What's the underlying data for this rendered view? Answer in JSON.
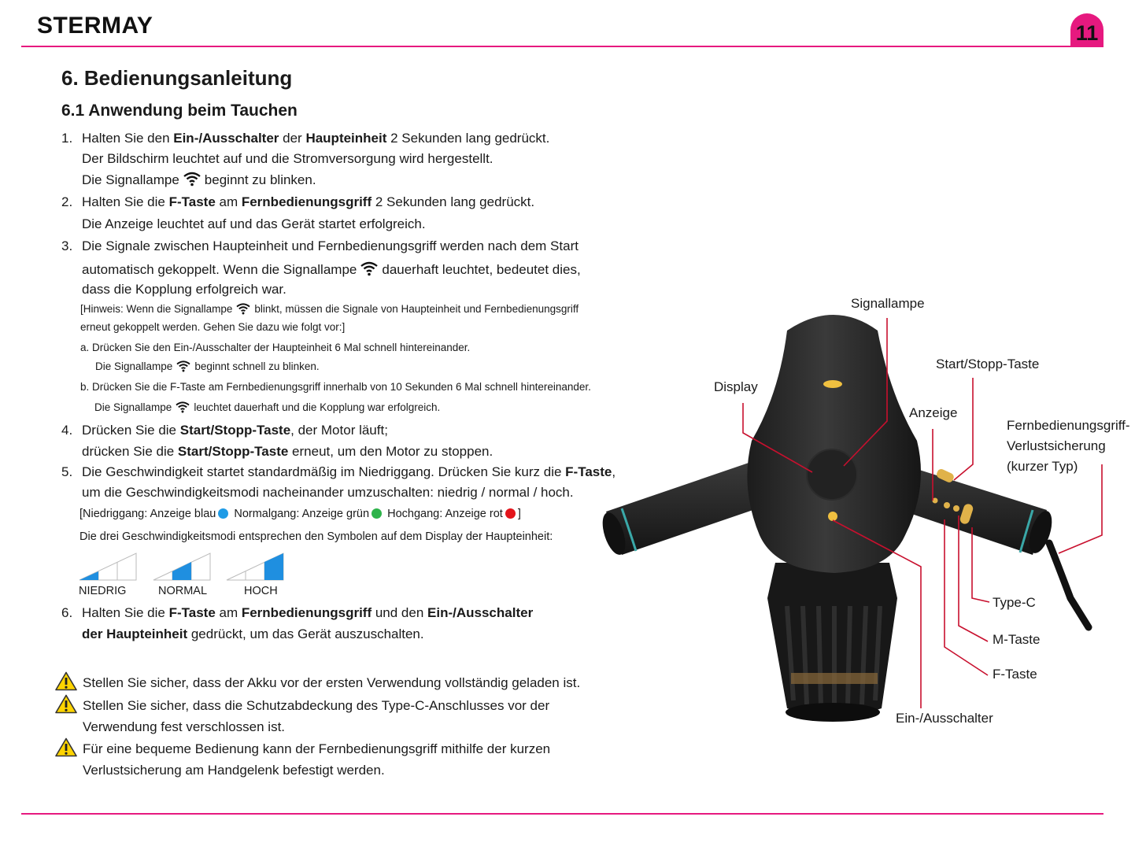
{
  "header": {
    "brand": "STERMAY",
    "page_number": "11"
  },
  "section": {
    "title": "6. Bedienungsanleitung",
    "subtitle": "6.1 Anwendung beim Tauchen"
  },
  "steps": {
    "s1": {
      "num": "1.",
      "a1": "Halten Sie den ",
      "b1": "Ein-/Ausschalter",
      "a2": " der ",
      "b2": "Haupteinheit",
      "a3": " 2  Sekunden lang gedrückt.",
      "l2": "Der Bildschirm leuchtet auf und die Stromversorgung wird hergestellt.",
      "l3a": "Die Signallampe",
      "l3b": "beginnt zu blinken."
    },
    "s2": {
      "num": "2.",
      "a1": "Halten Sie die ",
      "b1": "F-Taste",
      "a2": " am ",
      "b2": "Fernbedienungsgriff",
      "a3": " 2 Sekunden lang gedrückt.",
      "l2": "Die Anzeige leuchtet auf und das Gerät startet erfolgreich."
    },
    "s3": {
      "num": "3.",
      "l1": "Die Signale zwischen Haupteinheit und Fernbedienungsgriff werden nach dem Start",
      "l2a": "automatisch gekoppelt. Wenn die Signallampe",
      "l2b": "dauerhaft leuchtet, bedeutet dies,",
      "l3": "dass die Kopplung erfolgreich war.",
      "n1a": "[Hinweis: Wenn die Signallampe",
      "n1b": "blinkt, müssen die Signale von Haupteinheit und Fernbedienungsgriff",
      "n2": "erneut gekoppelt werden. Gehen Sie dazu wie folgt vor:]",
      "a_l1": "a.  Drücken Sie den Ein-/Ausschalter der Haupteinheit 6 Mal schnell hintereinander.",
      "a_l2a": "Die Signallampe",
      "a_l2b": "beginnt schnell zu blinken.",
      "b_l1": "b.  Drücken Sie die F-Taste am Fernbedienungsgriff innerhalb von 10 Sekunden 6 Mal schnell hintereinander.",
      "b_l2a": "Die Signallampe",
      "b_l2b": "leuchtet dauerhaft und die Kopplung war erfolgreich."
    },
    "s4": {
      "num": "4.",
      "a1": "Drücken Sie die ",
      "b1": "Start/Stopp-Taste",
      "a2": ", der Motor läuft;",
      "c1": "drücken Sie die ",
      "d1": "Start/Stopp-Taste",
      "c2": " erneut, um den Motor zu stoppen."
    },
    "s5": {
      "num": "5.",
      "a1": "Die Geschwindigkeit startet standardmäßig im Niedriggang. Drücken Sie kurz die ",
      "b1": "F-Taste",
      "a2": ",",
      "l2": "um die Geschwindigkeitsmodi nacheinander umzuschalten: niedrig / normal / hoch.",
      "m1": "[Niedriggang: Anzeige blau",
      "m2": "Normalgang: Anzeige grün",
      "m3": "Hochgang: Anzeige rot",
      "m4": "]",
      "l4": "Die drei Geschwindigkeitsmodi entsprechen den Symbolen auf dem Display der Haupteinheit:"
    },
    "s6": {
      "num": "6.",
      "a1": "Halten Sie die ",
      "b1": "F-Taste",
      "a2": " am ",
      "b2": "Fernbedienungsgriff",
      "a3": " und den ",
      "b3": "Ein-/Ausschalter",
      "c1": "der Haupteinheit",
      "c2": " gedrückt, um das Gerät auszuschalten."
    }
  },
  "speed_modes": [
    {
      "label": "NIEDRIG",
      "level": 1
    },
    {
      "label": "NORMAL",
      "level": 2
    },
    {
      "label": "HOCH",
      "level": 3
    }
  ],
  "colors": {
    "accent": "#e6197f",
    "blue": "#1e9be6",
    "green": "#2db34a",
    "red": "#e3141b",
    "mode_blue": "#1f8fe0",
    "callout": "#c8102e"
  },
  "warnings": [
    {
      "l1": "Stellen Sie sicher, dass der Akku vor der ersten Verwendung vollständig geladen ist."
    },
    {
      "l1": "Stellen Sie sicher, dass die Schutzabdeckung des Type-C-Anschlusses vor der",
      "l2": "Verwendung fest verschlossen ist."
    },
    {
      "l1": "Für eine bequeme Bedienung kann der Fernbedienungsgriff mithilfe der kurzen",
      "l2": "Verlustsicherung am Handgelenk befestigt werden."
    }
  ],
  "diagram": {
    "signallampe": "Signallampe",
    "start_stopp": "Start/Stopp-Taste",
    "display": "Display",
    "anzeige": "Anzeige",
    "fern1": "Fernbedienungsgriff-",
    "fern2": "Verlustsicherung",
    "fern3": "(kurzer Typ)",
    "typec": "Type-C",
    "mtaste": "M-Taste",
    "ftaste": "F-Taste",
    "einaus": "Ein-/Ausschalter"
  }
}
